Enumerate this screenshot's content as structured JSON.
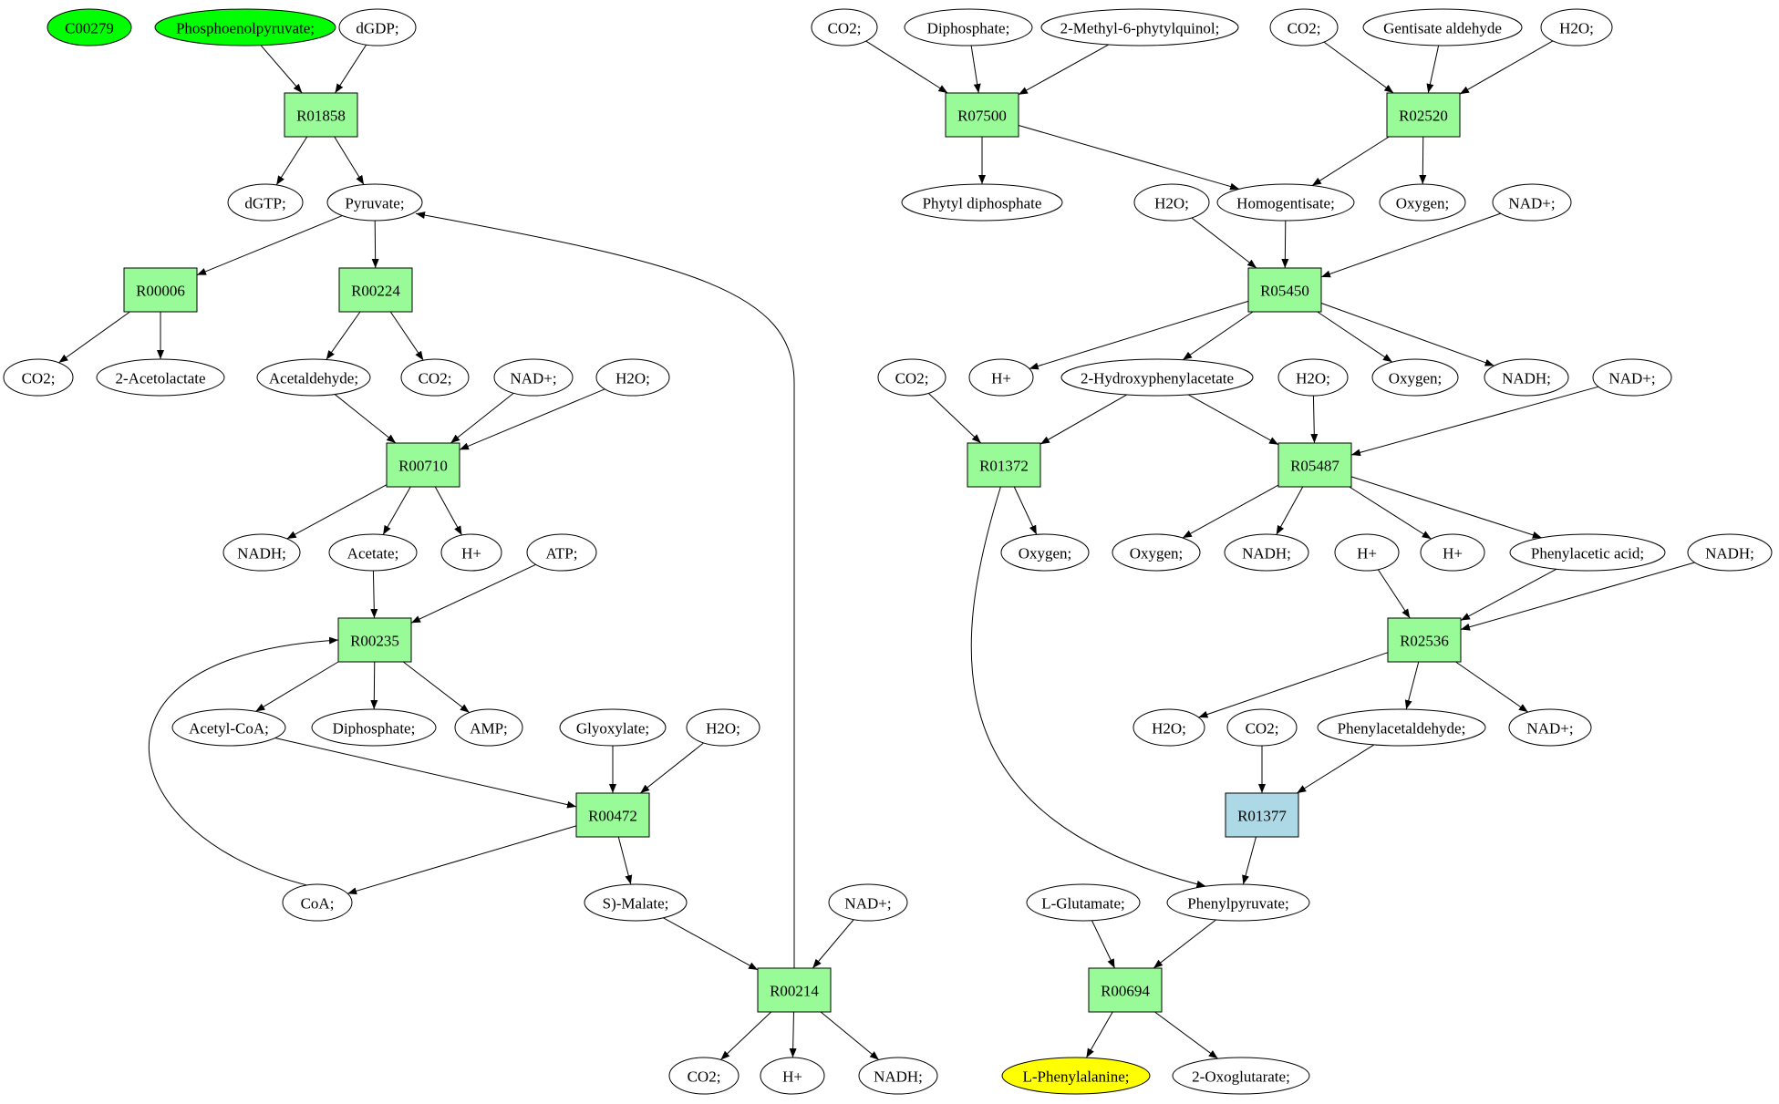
{
  "colors": {
    "reaction": "#98fb98",
    "reaction_highlight": "#add8e6",
    "compound": "#ffffff",
    "start": "#00ff00",
    "target": "#ffff00",
    "edge": "#000000"
  },
  "nodes": [
    {
      "id": "c00279",
      "label": "C00279",
      "kind": "start"
    },
    {
      "id": "pep",
      "label": "Phosphoenolpyruvate;",
      "kind": "start"
    },
    {
      "id": "dgdp",
      "label": "dGDP;",
      "kind": "compound"
    },
    {
      "id": "r01858",
      "label": "R01858",
      "kind": "reaction"
    },
    {
      "id": "dgtp",
      "label": "dGTP;",
      "kind": "compound"
    },
    {
      "id": "pyruvate",
      "label": "Pyruvate;",
      "kind": "compound"
    },
    {
      "id": "r00006",
      "label": "R00006",
      "kind": "reaction"
    },
    {
      "id": "r00224",
      "label": "R00224",
      "kind": "reaction"
    },
    {
      "id": "co2_a",
      "label": "CO2;",
      "kind": "compound"
    },
    {
      "id": "acetolactate",
      "label": "2-Acetolactate",
      "kind": "compound"
    },
    {
      "id": "acetaldehyde",
      "label": "Acetaldehyde;",
      "kind": "compound"
    },
    {
      "id": "co2_b",
      "label": "CO2;",
      "kind": "compound"
    },
    {
      "id": "nadp_a",
      "label": "NAD+;",
      "kind": "compound"
    },
    {
      "id": "h2o_a",
      "label": "H2O;",
      "kind": "compound"
    },
    {
      "id": "r00710",
      "label": "R00710",
      "kind": "reaction"
    },
    {
      "id": "nadh_a",
      "label": "NADH;",
      "kind": "compound"
    },
    {
      "id": "acetate",
      "label": "Acetate;",
      "kind": "compound"
    },
    {
      "id": "hp_a",
      "label": "H+",
      "kind": "compound"
    },
    {
      "id": "atp",
      "label": "ATP;",
      "kind": "compound"
    },
    {
      "id": "r00235",
      "label": "R00235",
      "kind": "reaction"
    },
    {
      "id": "acetylcoa",
      "label": "Acetyl-CoA;",
      "kind": "compound"
    },
    {
      "id": "diph_a",
      "label": "Diphosphate;",
      "kind": "compound"
    },
    {
      "id": "amp",
      "label": "AMP;",
      "kind": "compound"
    },
    {
      "id": "glyoxylate",
      "label": "Glyoxylate;",
      "kind": "compound"
    },
    {
      "id": "h2o_b",
      "label": "H2O;",
      "kind": "compound"
    },
    {
      "id": "r00472",
      "label": "R00472",
      "kind": "reaction"
    },
    {
      "id": "coa",
      "label": "CoA;",
      "kind": "compound"
    },
    {
      "id": "malate",
      "label": "S)-Malate;",
      "kind": "compound"
    },
    {
      "id": "nadp_b",
      "label": "NAD+;",
      "kind": "compound"
    },
    {
      "id": "r00214",
      "label": "R00214",
      "kind": "reaction"
    },
    {
      "id": "co2_c",
      "label": "CO2;",
      "kind": "compound"
    },
    {
      "id": "hp_b",
      "label": "H+",
      "kind": "compound"
    },
    {
      "id": "nadh_b",
      "label": "NADH;",
      "kind": "compound"
    },
    {
      "id": "co2_d",
      "label": "CO2;",
      "kind": "compound"
    },
    {
      "id": "diph_b",
      "label": "Diphosphate;",
      "kind": "compound"
    },
    {
      "id": "mpq",
      "label": "2-Methyl-6-phytylquinol;",
      "kind": "compound"
    },
    {
      "id": "co2_e",
      "label": "CO2;",
      "kind": "compound"
    },
    {
      "id": "gentald",
      "label": "Gentisate aldehyde",
      "kind": "compound"
    },
    {
      "id": "h2o_c",
      "label": "H2O;",
      "kind": "compound"
    },
    {
      "id": "r07500",
      "label": "R07500",
      "kind": "reaction"
    },
    {
      "id": "r02520",
      "label": "R02520",
      "kind": "reaction"
    },
    {
      "id": "phytyl",
      "label": "Phytyl diphosphate",
      "kind": "compound"
    },
    {
      "id": "h2o_d",
      "label": "H2O;",
      "kind": "compound"
    },
    {
      "id": "homogent",
      "label": "Homogentisate;",
      "kind": "compound"
    },
    {
      "id": "oxy_a",
      "label": "Oxygen;",
      "kind": "compound"
    },
    {
      "id": "nadp_c",
      "label": "NAD+;",
      "kind": "compound"
    },
    {
      "id": "r05450",
      "label": "R05450",
      "kind": "reaction"
    },
    {
      "id": "co2_f",
      "label": "CO2;",
      "kind": "compound"
    },
    {
      "id": "hp_c",
      "label": "H+",
      "kind": "compound"
    },
    {
      "id": "hpa",
      "label": "2-Hydroxyphenylacetate",
      "kind": "compound"
    },
    {
      "id": "h2o_e",
      "label": "H2O;",
      "kind": "compound"
    },
    {
      "id": "oxy_b",
      "label": "Oxygen;",
      "kind": "compound"
    },
    {
      "id": "nadh_c",
      "label": "NADH;",
      "kind": "compound"
    },
    {
      "id": "nadp_d",
      "label": "NAD+;",
      "kind": "compound"
    },
    {
      "id": "r01372",
      "label": "R01372",
      "kind": "reaction"
    },
    {
      "id": "r05487",
      "label": "R05487",
      "kind": "reaction"
    },
    {
      "id": "oxy_c",
      "label": "Oxygen;",
      "kind": "compound"
    },
    {
      "id": "oxy_d",
      "label": "Oxygen;",
      "kind": "compound"
    },
    {
      "id": "nadh_d",
      "label": "NADH;",
      "kind": "compound"
    },
    {
      "id": "hp_d",
      "label": "H+",
      "kind": "compound"
    },
    {
      "id": "hp_e",
      "label": "H+",
      "kind": "compound"
    },
    {
      "id": "phenacid",
      "label": "Phenylacetic acid;",
      "kind": "compound"
    },
    {
      "id": "nadh_e",
      "label": "NADH;",
      "kind": "compound"
    },
    {
      "id": "r02536",
      "label": "R02536",
      "kind": "reaction"
    },
    {
      "id": "h2o_f",
      "label": "H2O;",
      "kind": "compound"
    },
    {
      "id": "co2_g",
      "label": "CO2;",
      "kind": "compound"
    },
    {
      "id": "phenald",
      "label": "Phenylacetaldehyde;",
      "kind": "compound"
    },
    {
      "id": "nadp_e",
      "label": "NAD+;",
      "kind": "compound"
    },
    {
      "id": "r01377",
      "label": "R01377",
      "kind": "reaction_highlight"
    },
    {
      "id": "lglu",
      "label": "L-Glutamate;",
      "kind": "compound"
    },
    {
      "id": "phenpyr",
      "label": "Phenylpyruvate;",
      "kind": "compound"
    },
    {
      "id": "r00694",
      "label": "R00694",
      "kind": "reaction"
    },
    {
      "id": "lphe",
      "label": "L-Phenylalanine;",
      "kind": "target"
    },
    {
      "id": "oxoglut",
      "label": "2-Oxoglutarate;",
      "kind": "compound"
    }
  ],
  "edges": [
    [
      "pep",
      "r01858"
    ],
    [
      "dgdp",
      "r01858"
    ],
    [
      "r01858",
      "dgtp"
    ],
    [
      "r01858",
      "pyruvate"
    ],
    [
      "pyruvate",
      "r00006"
    ],
    [
      "pyruvate",
      "r00224"
    ],
    [
      "r00006",
      "co2_a"
    ],
    [
      "r00006",
      "acetolactate"
    ],
    [
      "r00224",
      "acetaldehyde"
    ],
    [
      "r00224",
      "co2_b"
    ],
    [
      "acetaldehyde",
      "r00710"
    ],
    [
      "nadp_a",
      "r00710"
    ],
    [
      "h2o_a",
      "r00710"
    ],
    [
      "r00710",
      "nadh_a"
    ],
    [
      "r00710",
      "acetate"
    ],
    [
      "r00710",
      "hp_a"
    ],
    [
      "acetate",
      "r00235"
    ],
    [
      "atp",
      "r00235"
    ],
    [
      "coa",
      "r00235"
    ],
    [
      "r00235",
      "acetylcoa"
    ],
    [
      "r00235",
      "diph_a"
    ],
    [
      "r00235",
      "amp"
    ],
    [
      "acetylcoa",
      "r00472"
    ],
    [
      "glyoxylate",
      "r00472"
    ],
    [
      "h2o_b",
      "r00472"
    ],
    [
      "r00472",
      "coa"
    ],
    [
      "r00472",
      "malate"
    ],
    [
      "malate",
      "r00214"
    ],
    [
      "nadp_b",
      "r00214"
    ],
    [
      "r00214",
      "co2_c"
    ],
    [
      "r00214",
      "hp_b"
    ],
    [
      "r00214",
      "nadh_b"
    ],
    [
      "r00214",
      "pyruvate"
    ],
    [
      "co2_d",
      "r07500"
    ],
    [
      "diph_b",
      "r07500"
    ],
    [
      "mpq",
      "r07500"
    ],
    [
      "r07500",
      "phytyl"
    ],
    [
      "r07500",
      "homogent"
    ],
    [
      "co2_e",
      "r02520"
    ],
    [
      "gentald",
      "r02520"
    ],
    [
      "h2o_c",
      "r02520"
    ],
    [
      "r02520",
      "homogent"
    ],
    [
      "r02520",
      "oxy_a"
    ],
    [
      "h2o_d",
      "r05450"
    ],
    [
      "homogent",
      "r05450"
    ],
    [
      "nadp_c",
      "r05450"
    ],
    [
      "r05450",
      "hp_c"
    ],
    [
      "r05450",
      "hpa"
    ],
    [
      "r05450",
      "oxy_b"
    ],
    [
      "r05450",
      "nadh_c"
    ],
    [
      "co2_f",
      "r01372"
    ],
    [
      "hpa",
      "r01372"
    ],
    [
      "hpa",
      "r05487"
    ],
    [
      "h2o_e",
      "r05487"
    ],
    [
      "nadp_d",
      "r05487"
    ],
    [
      "r01372",
      "oxy_c"
    ],
    [
      "r01372",
      "phenpyr"
    ],
    [
      "r05487",
      "oxy_d"
    ],
    [
      "r05487",
      "nadh_d"
    ],
    [
      "r05487",
      "hp_e"
    ],
    [
      "r05487",
      "phenacid"
    ],
    [
      "hp_d",
      "r02536"
    ],
    [
      "phenacid",
      "r02536"
    ],
    [
      "nadh_e",
      "r02536"
    ],
    [
      "r02536",
      "h2o_f"
    ],
    [
      "r02536",
      "phenald"
    ],
    [
      "r02536",
      "nadp_e"
    ],
    [
      "co2_g",
      "r01377"
    ],
    [
      "phenald",
      "r01377"
    ],
    [
      "r01377",
      "phenpyr"
    ],
    [
      "lglu",
      "r00694"
    ],
    [
      "phenpyr",
      "r00694"
    ],
    [
      "r00694",
      "lphe"
    ],
    [
      "r00694",
      "oxoglut"
    ]
  ]
}
